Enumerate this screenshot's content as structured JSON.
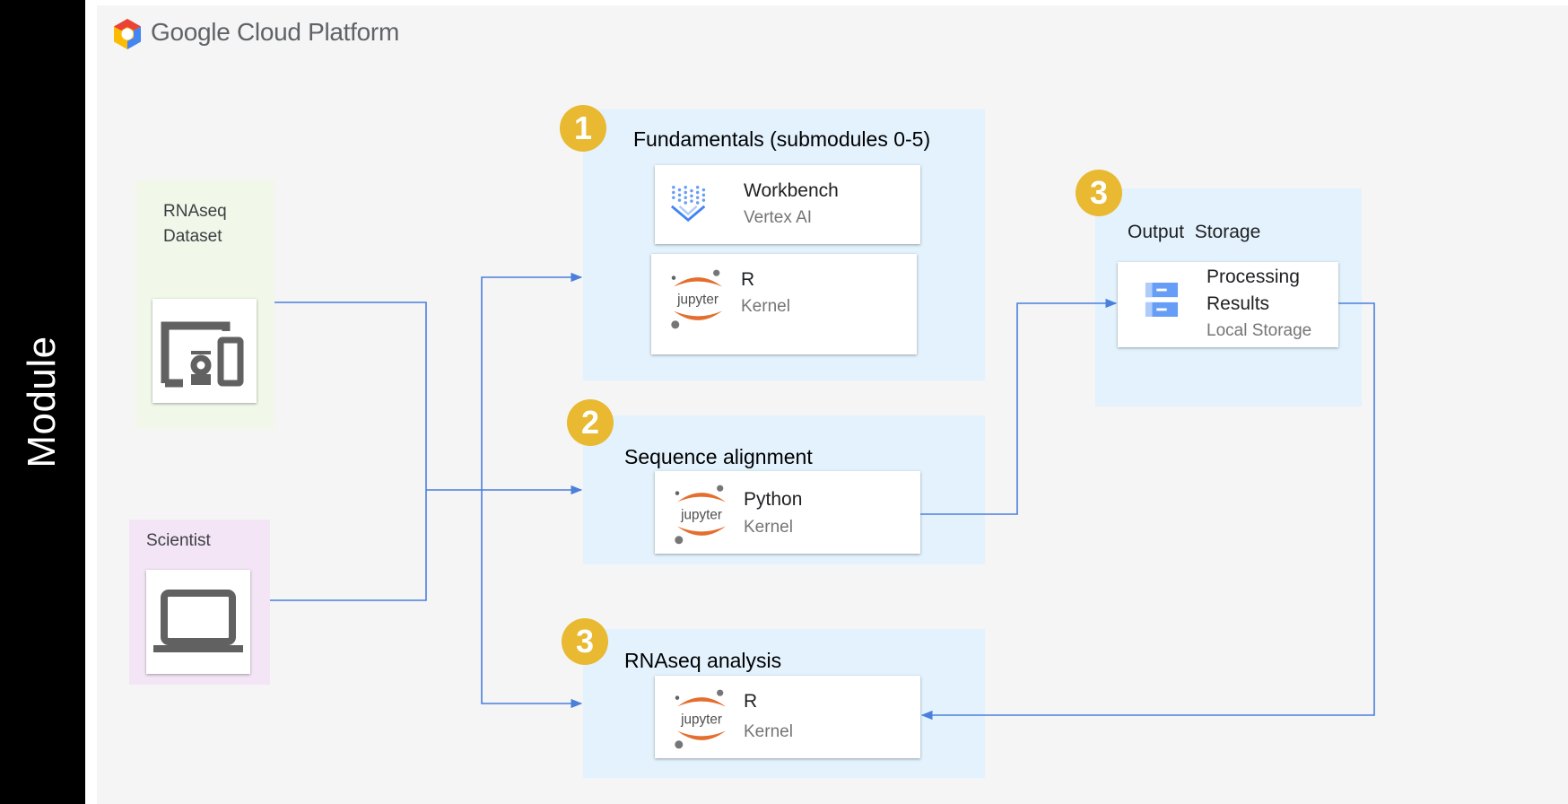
{
  "sidebar": {
    "label": "Module"
  },
  "header": {
    "brand_google": "Google",
    "brand_product": " Cloud Platform"
  },
  "sources": {
    "dataset": {
      "label": "RNAseq\nDataset",
      "icon": "device-storage-icon"
    },
    "scientist": {
      "label": "Scientist",
      "icon": "laptop-icon"
    }
  },
  "groups": {
    "fundamentals": {
      "badge": "1",
      "title": "Fundamentals (submodules 0-5)",
      "cards": [
        {
          "title": "Workbench",
          "subtitle": "Vertex AI",
          "icon": "vertex-ai-workbench-icon"
        },
        {
          "title": "R",
          "subtitle": "Kernel",
          "icon": "jupyter-icon"
        }
      ]
    },
    "alignment": {
      "badge": "2",
      "title": "Sequence alignment",
      "cards": [
        {
          "title": "Python",
          "subtitle": "Kernel",
          "icon": "jupyter-icon"
        }
      ]
    },
    "analysis": {
      "badge": "3",
      "title": "RNAseq analysis",
      "cards": [
        {
          "title": "R",
          "subtitle": "Kernel",
          "icon": "jupyter-icon"
        }
      ]
    },
    "output": {
      "badge": "3",
      "title": "Output  Storage",
      "cards": [
        {
          "title": "Processing\nResults",
          "subtitle": "Local Storage",
          "icon": "storage-server-icon"
        }
      ]
    }
  },
  "colors": {
    "badge": "#e8b931",
    "connector": "#4a7fdc",
    "zone_blue": "#e3f2fd",
    "zone_green": "#f1f8e9",
    "zone_purple": "#f3e5f5",
    "jupyter_orange": "#e46e2e"
  }
}
